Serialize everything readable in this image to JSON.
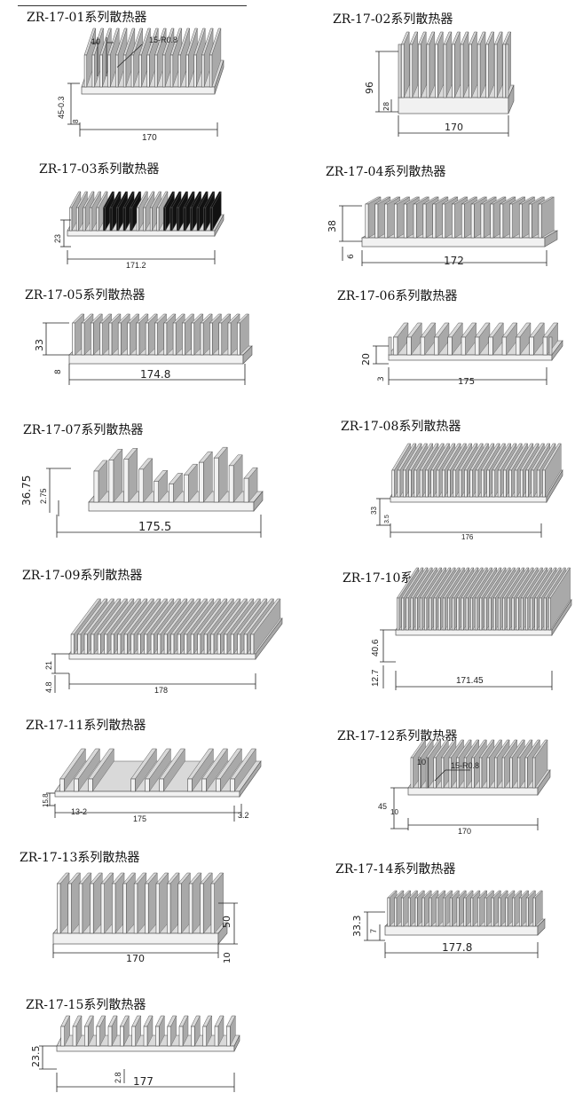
{
  "colors": {
    "metal_light": "#f1f1f1",
    "metal_mid": "#d9d9d9",
    "metal_dark": "#a9a9a9",
    "outline": "#555555",
    "dim_line": "#222222",
    "fin_black": "#111111"
  },
  "items": [
    {
      "title": "ZR-17-01系列散热器",
      "labels": {
        "w": "170",
        "h": "45-0.3",
        "base": "8",
        "fin": "10",
        "rad": "15-R0.8"
      }
    },
    {
      "title": "ZR-17-02系列散热器",
      "labels": {
        "w": "170",
        "h": "96",
        "base": "28"
      }
    },
    {
      "title": "ZR-17-03系列散热器",
      "labels": {
        "w": "171.2",
        "h": "23"
      }
    },
    {
      "title": "ZR-17-04系列散热器",
      "labels": {
        "w": "172",
        "h": "38",
        "base": "6"
      }
    },
    {
      "title": "ZR-17-05系列散热器",
      "labels": {
        "w": "174.8",
        "h": "33",
        "base": "8"
      }
    },
    {
      "title": "ZR-17-06系列散热器",
      "labels": {
        "w": "175",
        "h": "20",
        "base": "3"
      }
    },
    {
      "title": "ZR-17-07系列散热器",
      "labels": {
        "w": "175.5",
        "h": "36.75",
        "base": "2.75"
      }
    },
    {
      "title": "ZR-17-08系列散热器",
      "labels": {
        "w": "176",
        "h": "33",
        "base": "3.5"
      }
    },
    {
      "title": "ZR-17-09系列散热器",
      "labels": {
        "w": "178",
        "h": "21",
        "base": "4.8"
      }
    },
    {
      "title": "ZR-17-10系列散热器",
      "labels": {
        "w": "171.45",
        "h": "40.6",
        "base": "12.7"
      }
    },
    {
      "title": "ZR-17-11系列散热器",
      "labels": {
        "w": "175",
        "h": "15.8",
        "mid": "13-2",
        "base": "3.2"
      }
    },
    {
      "title": "ZR-17-12系列散热器",
      "labels": {
        "w": "170",
        "h": "45",
        "base": "10",
        "fin": "10",
        "rad": "15-R0.8"
      }
    },
    {
      "title": "ZR-17-13系列散热器",
      "labels": {
        "w": "170",
        "h": "50",
        "base": "10"
      }
    },
    {
      "title": "ZR-17-14系列散热器",
      "labels": {
        "w": "177.8",
        "h": "33.3",
        "base": "7"
      }
    },
    {
      "title": "ZR-17-15系列散热器",
      "labels": {
        "w": "177",
        "h": "23.5",
        "base": "2.8"
      }
    }
  ]
}
